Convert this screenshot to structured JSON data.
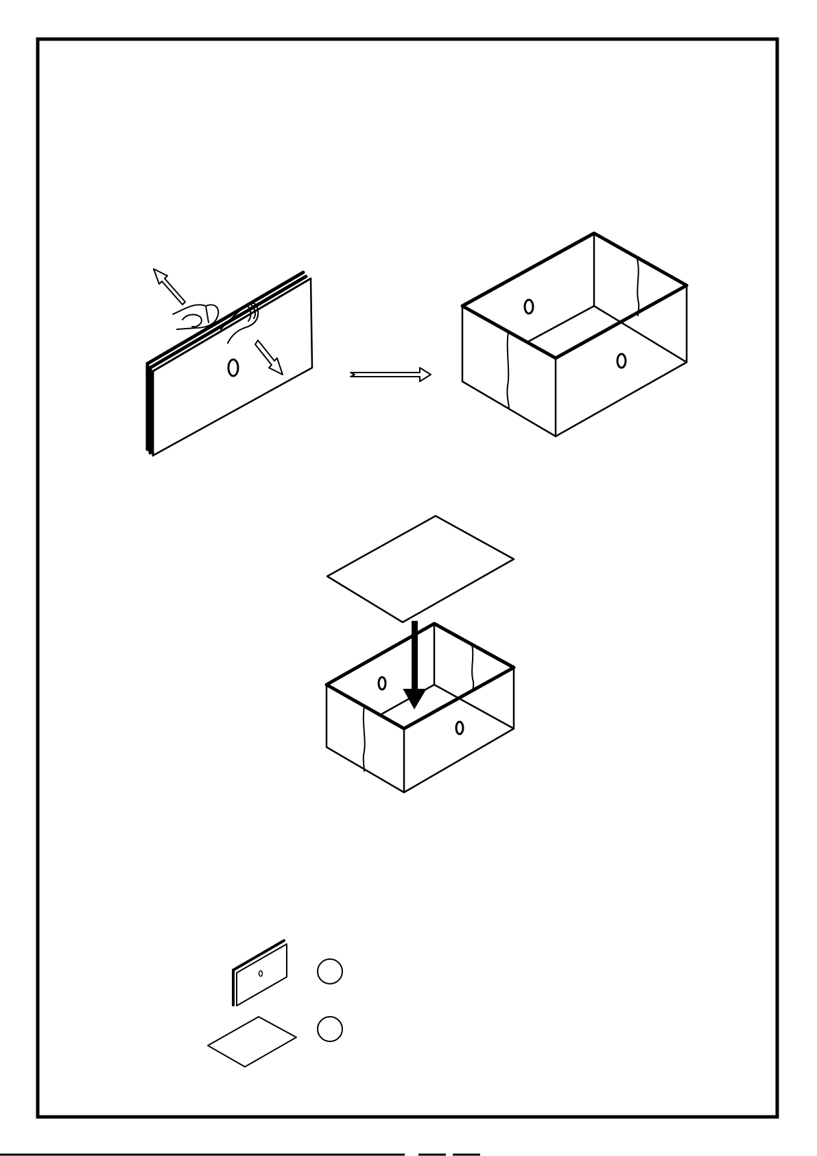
{
  "page": {
    "background": "#ffffff",
    "ink": "#000000"
  },
  "steps": [
    {
      "id": "unfold",
      "icon": "folded-panel-with-hands-icon",
      "result": "open-box-icon",
      "connector": "hollow-right-arrow-icon"
    },
    {
      "id": "insert-bottom",
      "icon": "bottom-board-icon",
      "target": "open-box-icon",
      "connector": "solid-down-arrow-icon"
    }
  ],
  "parts_legend": {
    "items": [
      {
        "icon": "folded-panel-icon",
        "marker": "empty-circle",
        "label": ""
      },
      {
        "icon": "bottom-board-icon",
        "marker": "empty-circle",
        "label": ""
      }
    ]
  }
}
